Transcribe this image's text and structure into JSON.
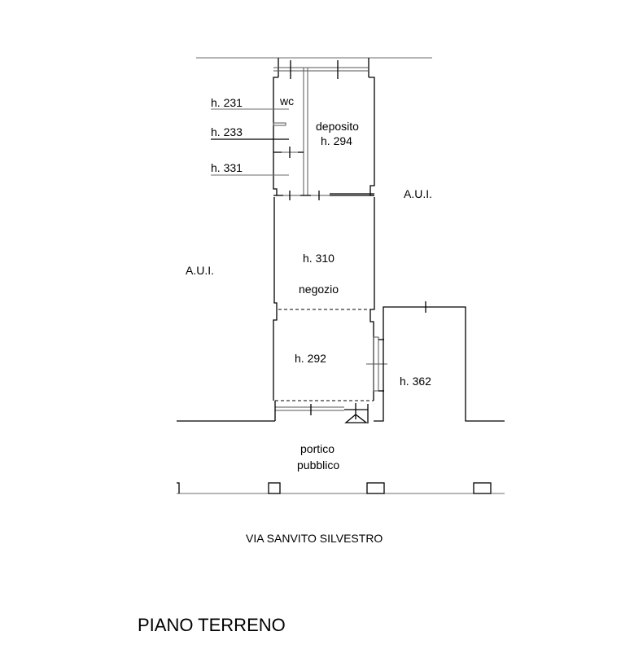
{
  "plan": {
    "title": "PIANO TERRENO",
    "street": "VIA SANVITO SILVESTRO",
    "rooms": {
      "wc": "wc",
      "deposito_name": "deposito",
      "deposito_height": "h. 294",
      "negozio_height": "h. 310",
      "negozio_name": "negozio",
      "front_height": "h. 292",
      "side_height": "h. 362",
      "portico_line1": "portico",
      "portico_line2": "pubblico"
    },
    "height_callouts": [
      "h. 231",
      "h. 233",
      "h. 331"
    ],
    "aui_left": "A.U.I.",
    "aui_right": "A.U.I."
  }
}
